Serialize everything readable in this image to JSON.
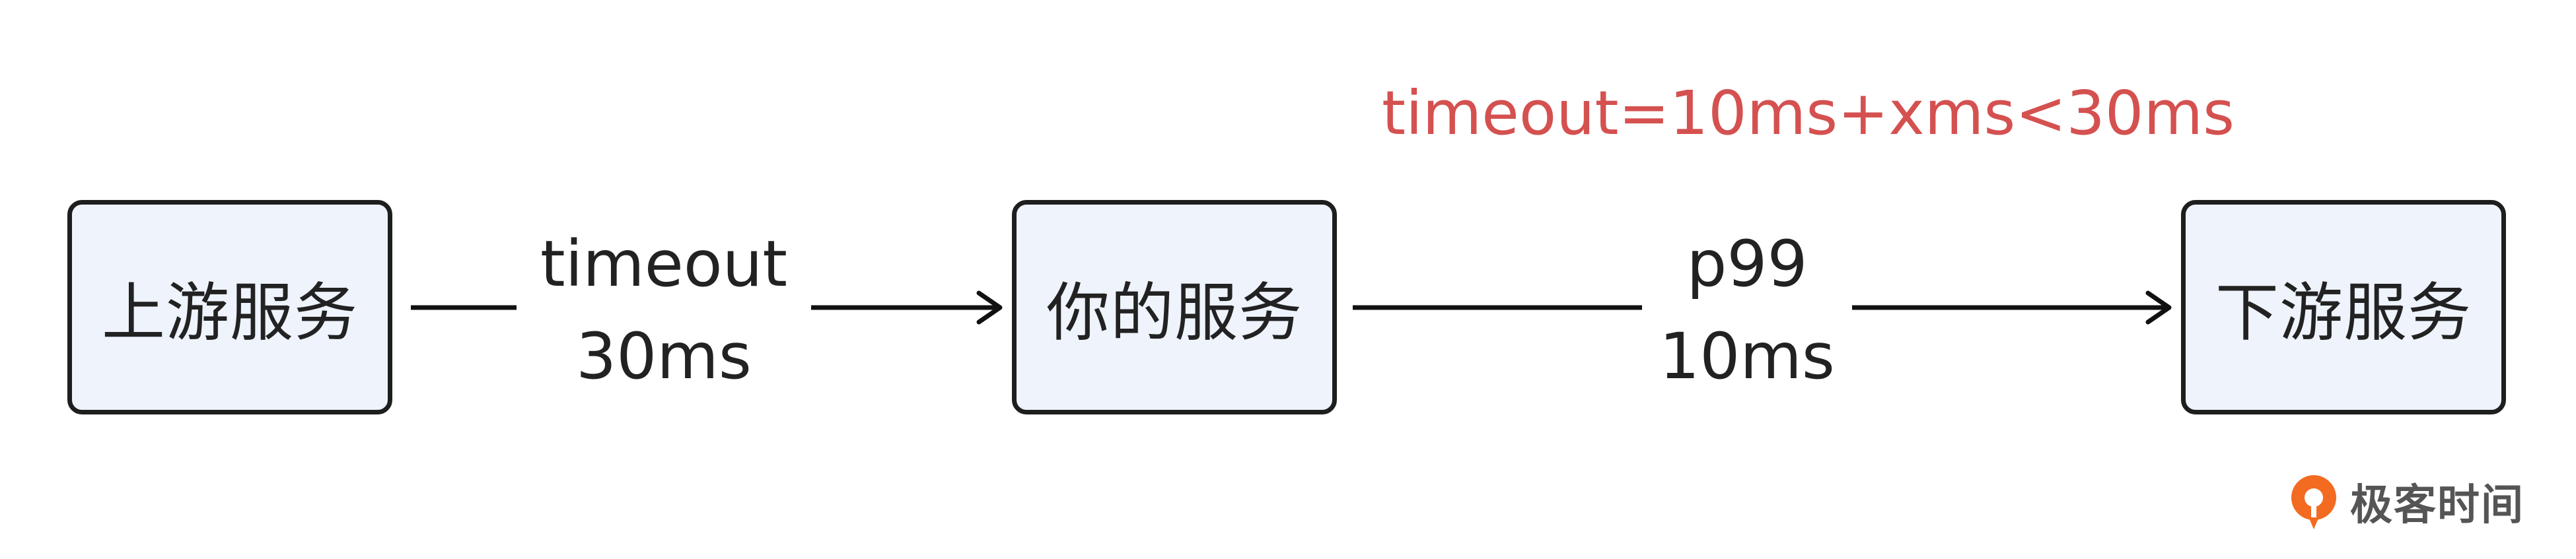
{
  "formula": "timeout=10ms+xms<30ms",
  "nodes": {
    "upstream": "上游服务",
    "yours": "你的服务",
    "downstream": "下游服务"
  },
  "edges": {
    "upstream_to_yours": {
      "line1": "timeout",
      "line2": "30ms"
    },
    "yours_to_downstream": {
      "line1": "p99",
      "line2": "10ms"
    }
  },
  "brand": {
    "name": "极客时间"
  },
  "colors": {
    "formula": "#d45150",
    "node_fill": "#eef3fc",
    "stroke": "#1e1e1e",
    "brand_orange": "#f26b21"
  }
}
